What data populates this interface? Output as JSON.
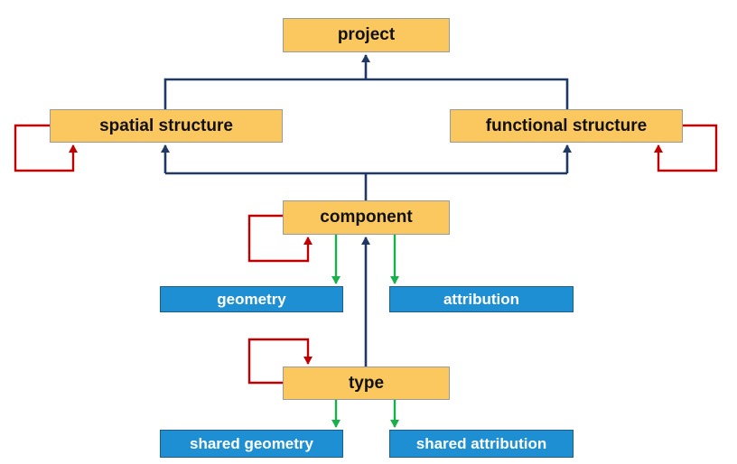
{
  "colors": {
    "box_fill": "#fbc75f",
    "data_box_fill": "#1f8fd4",
    "hierarchy_arrow": "#1f3864",
    "self_reference_arrow": "#c00000",
    "data_arrow": "#18b04a"
  },
  "nodes": {
    "project": "project",
    "spatial_structure": "spatial structure",
    "functional_structure": "functional structure",
    "component": "component",
    "geometry": "geometry",
    "attribution": "attribution",
    "type": "type",
    "shared_geometry": "shared geometry",
    "shared_attribution": "shared attribution"
  },
  "edges": [
    {
      "from": "spatial_structure",
      "to": "project",
      "kind": "hierarchy"
    },
    {
      "from": "functional_structure",
      "to": "project",
      "kind": "hierarchy"
    },
    {
      "from": "component",
      "to": "spatial_structure",
      "kind": "hierarchy"
    },
    {
      "from": "component",
      "to": "functional_structure",
      "kind": "hierarchy"
    },
    {
      "from": "type",
      "to": "component",
      "kind": "hierarchy"
    },
    {
      "from": "spatial_structure",
      "to": "spatial_structure",
      "kind": "self_reference"
    },
    {
      "from": "functional_structure",
      "to": "functional_structure",
      "kind": "self_reference"
    },
    {
      "from": "component",
      "to": "component",
      "kind": "self_reference"
    },
    {
      "from": "type",
      "to": "type",
      "kind": "self_reference"
    },
    {
      "from": "component",
      "to": "geometry",
      "kind": "data"
    },
    {
      "from": "component",
      "to": "attribution",
      "kind": "data"
    },
    {
      "from": "type",
      "to": "shared_geometry",
      "kind": "data"
    },
    {
      "from": "type",
      "to": "shared_attribution",
      "kind": "data"
    }
  ]
}
